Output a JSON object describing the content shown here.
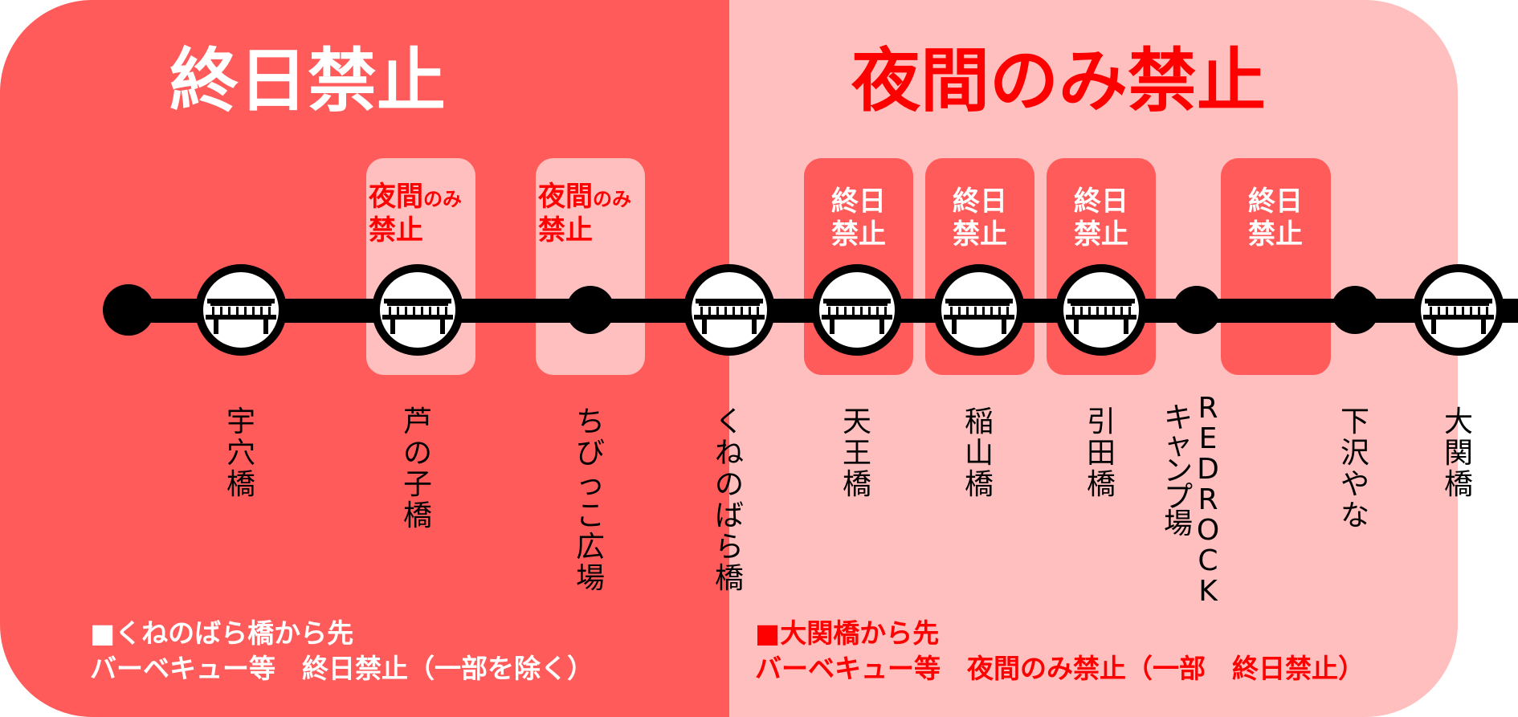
{
  "header": {
    "left_title": "終日禁止",
    "right_title": "夜間のみ禁止"
  },
  "boxes": {
    "night_only_line1_big": "夜間",
    "night_only_line1_small": "のみ",
    "night_only_line2": "禁止",
    "all_day_line1": "終日",
    "all_day_line2": "禁止"
  },
  "stations": [
    {
      "name": "宇穴橋",
      "kind": "bridge"
    },
    {
      "name": "芦の子橋",
      "kind": "bridge"
    },
    {
      "name": "ちびっこ広場",
      "kind": "dot"
    },
    {
      "name": "くねのばら橋",
      "kind": "bridge"
    },
    {
      "name": "天王橋",
      "kind": "bridge"
    },
    {
      "name": "稲山橋",
      "kind": "bridge"
    },
    {
      "name": "引田橋",
      "kind": "bridge"
    },
    {
      "name_col1": "REDROCK",
      "name_col2": "キャンプ場",
      "kind": "dot"
    },
    {
      "name": "下沢やな",
      "kind": "dot"
    },
    {
      "name": "大関橋",
      "kind": "bridge"
    }
  ],
  "notes": {
    "left_line1": "■くねのばら橋から先",
    "left_line2": "バーベキュー等　終日禁止（一部を除く）",
    "right_line1_mark": "■",
    "right_line1": "大関橋から先",
    "right_line2": "バーベキュー等　夜間のみ禁止（一部　終日禁止）"
  },
  "colors": {
    "all_day_red": "#ff5b5b",
    "night_pink": "#ffbfbf",
    "title_red": "#ff0000",
    "line_black": "#000000"
  }
}
